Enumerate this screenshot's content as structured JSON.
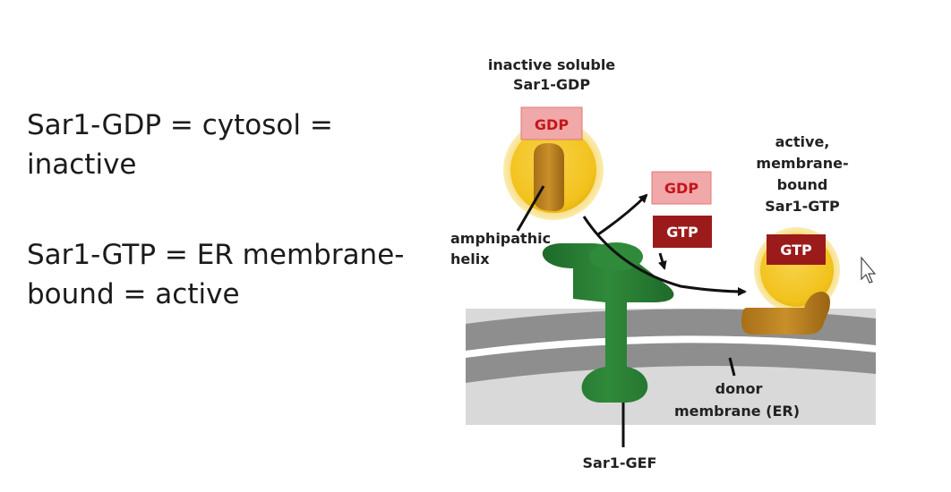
{
  "text": {
    "bullet1": "Sar1-GDP = cytosol = inactive",
    "bullet2": "Sar1-GTP = ER membrane-bound = active"
  },
  "diagram": {
    "inactive_label": [
      "inactive soluble",
      "Sar1-GDP"
    ],
    "active_label": [
      "active,",
      "membrane-",
      "bound",
      "Sar1-GTP"
    ],
    "amphipathic_label": [
      "amphipathic",
      "helix"
    ],
    "donor_label": [
      "donor",
      "membrane (ER)"
    ],
    "gef_label": "Sar1-GEF",
    "gdp_tag_top": "GDP",
    "gdp_tag_released": "GDP",
    "gtp_tag_incoming": "GTP",
    "gtp_tag_bound": "GTP"
  },
  "colors": {
    "gdp_box": "#f0a8a8",
    "gdp_text": "#c4161c",
    "gtp_box": "#9b1b1b",
    "gtp_text": "#ffffff",
    "protein_yellow": "#f5cc2a",
    "helix_brown": "#b8801f",
    "gef_green": "#2e7d32",
    "membrane_dark": "#8f8f8f",
    "membrane_light": "#d7d7d7"
  }
}
